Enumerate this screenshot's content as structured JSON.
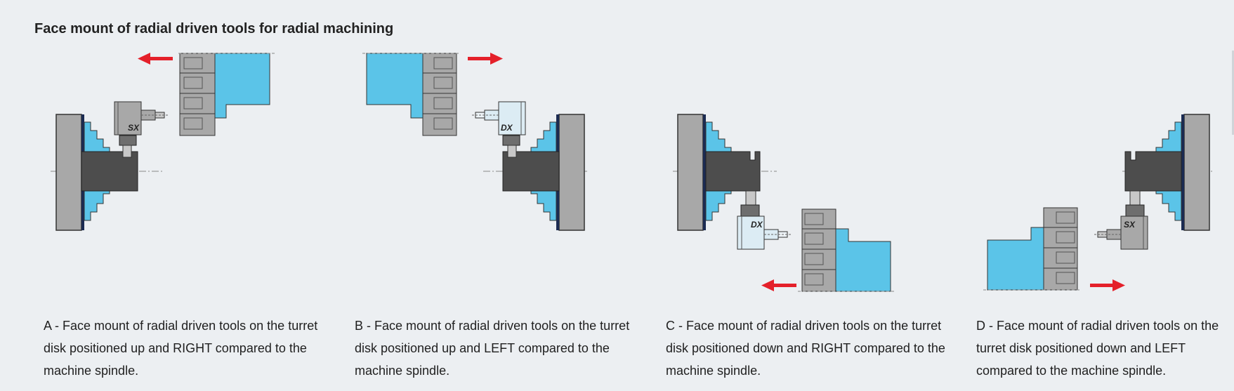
{
  "page": {
    "title": "Face mount of radial driven tools for radial machining"
  },
  "colors": {
    "background": "#eceff2",
    "blue": "#5bc4e8",
    "gray": "#a8a8a8",
    "dark": "#4d4d4d",
    "light_tool": "#dcecf4",
    "arrow": "#e4202a"
  },
  "panels": [
    {
      "id": "A",
      "tool_label": "SX",
      "arrow_direction": "left",
      "caption": "A - Face mount of radial driven tools on the turret disk positioned up and RIGHT compared to the machine spindle."
    },
    {
      "id": "B",
      "tool_label": "DX",
      "arrow_direction": "right",
      "caption": "B - Face mount of radial driven tools on the turret disk positioned up and LEFT compared to the machine spindle."
    },
    {
      "id": "C",
      "tool_label": "DX",
      "arrow_direction": "left",
      "caption": "C - Face mount of radial driven tools on the turret disk positioned down and RIGHT compared to the machine spindle."
    },
    {
      "id": "D",
      "tool_label": "SX",
      "arrow_direction": "right",
      "caption": "D - Face mount of radial driven tools on the turret disk positioned down and LEFT compared to the machine spindle."
    }
  ]
}
